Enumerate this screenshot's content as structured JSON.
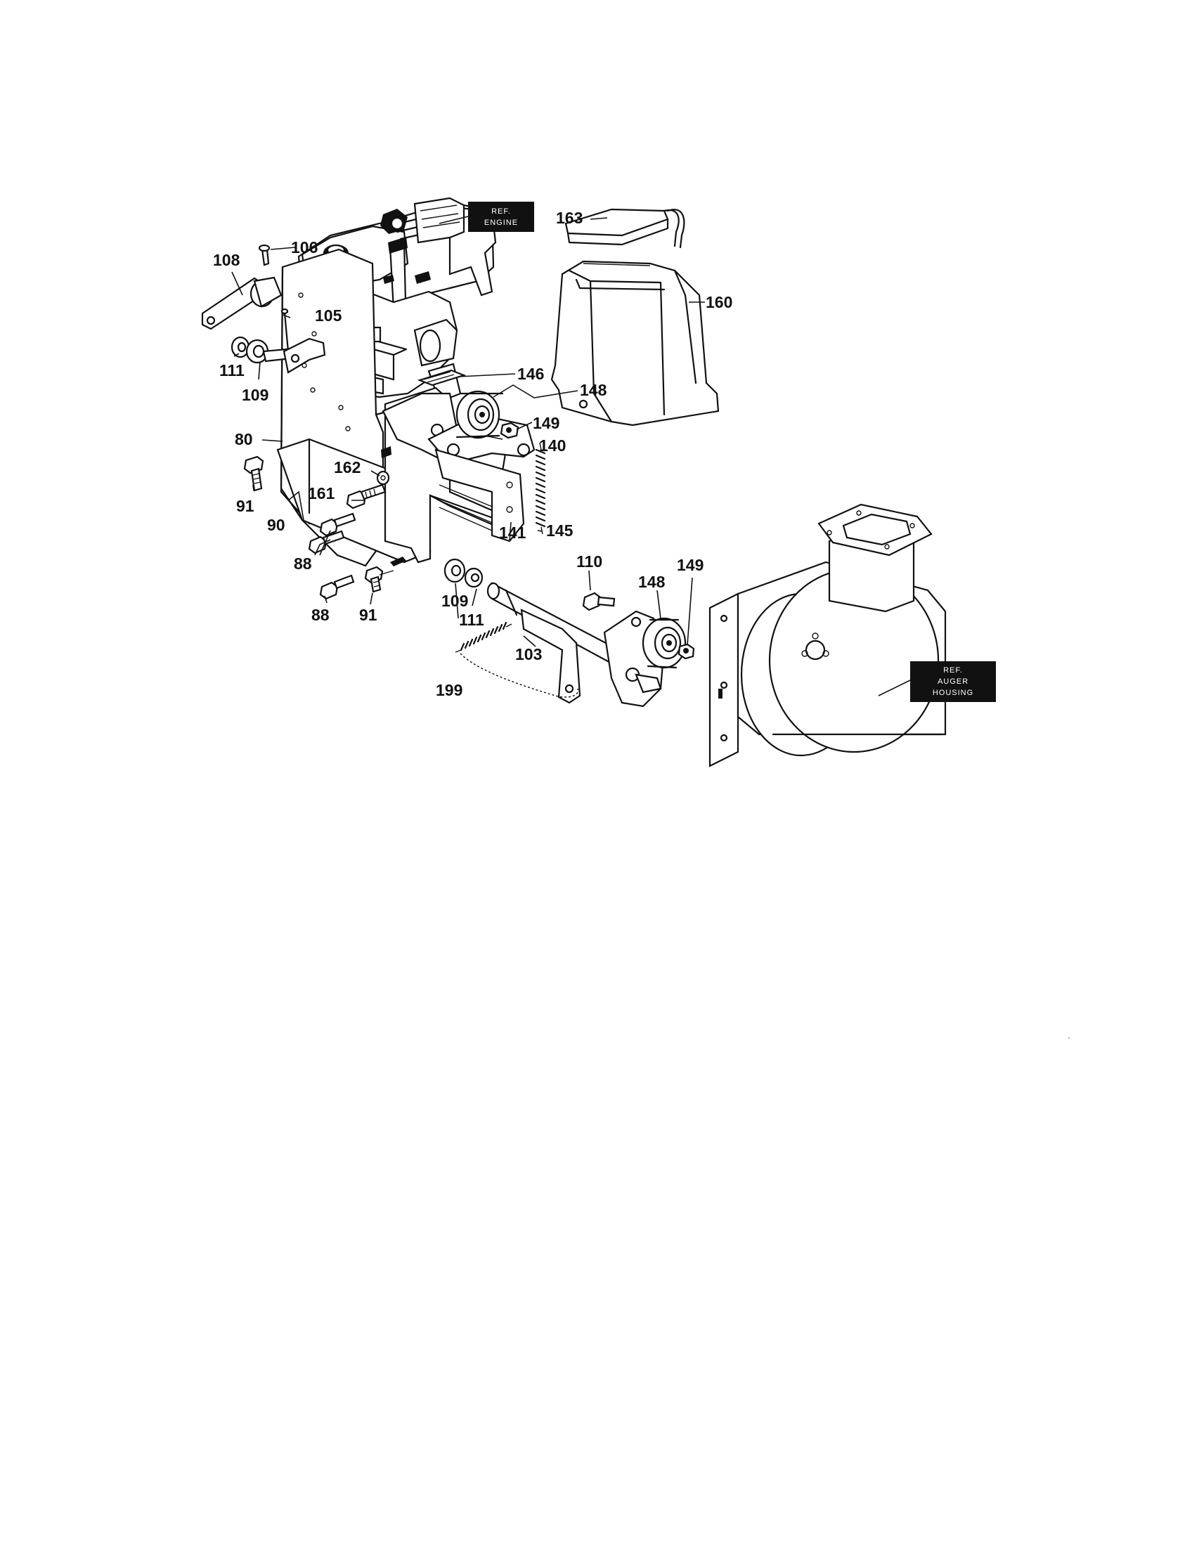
{
  "refs": {
    "engine": [
      "REF.",
      "ENGINE"
    ],
    "auger_housing": [
      "REF.",
      "AUGER",
      "HOUSING"
    ]
  },
  "labels": {
    "p80": "80",
    "p88a": "88",
    "p88b": "88",
    "p90": "90",
    "p91a": "91",
    "p91b": "91",
    "p103": "103",
    "p105": "105",
    "p106": "106",
    "p108": "108",
    "p109a": "109",
    "p109b": "109",
    "p110": "110",
    "p111a": "111",
    "p111b": "111",
    "p140": "140",
    "p141": "141",
    "p145": "145",
    "p146": "146",
    "p148a": "148",
    "p148b": "148",
    "p149a": "149",
    "p149b": "149",
    "p160": "160",
    "p161": "161",
    "p162": "162",
    "p163": "163",
    "p199": "199"
  }
}
